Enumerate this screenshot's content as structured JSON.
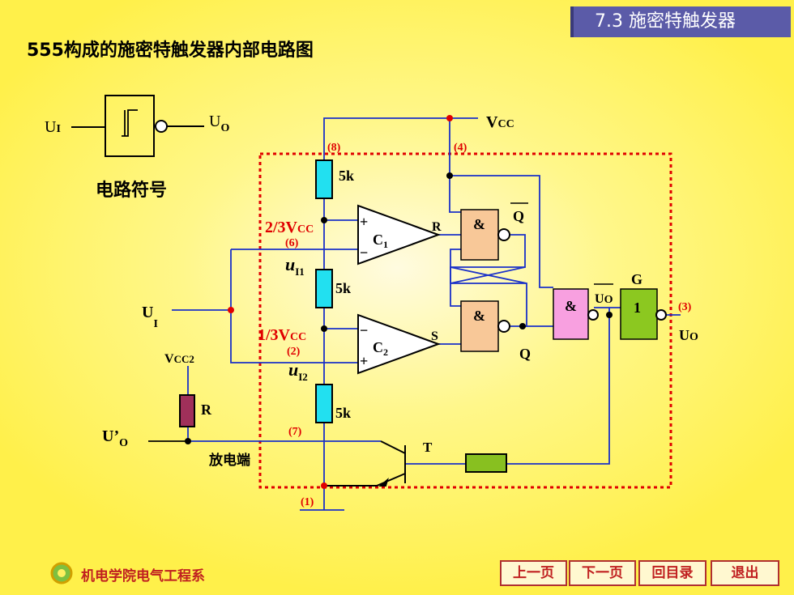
{
  "section_tab": "7.3 施密特触发器",
  "page_title": "555构成的施密特触发器内部电路图",
  "symbol": {
    "input_label": "U",
    "input_sub": "I",
    "output_label": "U",
    "output_sub": "O",
    "caption": "电路符号"
  },
  "circuit": {
    "vcc_label": "V",
    "vcc_sub": "CC",
    "pin8": "(8)",
    "pin4": "(4)",
    "pin6": "(6)",
    "pin2": "(2)",
    "pin7": "(7)",
    "pin1": "(1)",
    "pin3": "(3)",
    "resistor": "5k",
    "two_thirds": "2/3V",
    "one_third": "1/3V",
    "cc_sub": "CC",
    "comp1": "C",
    "comp1_sub": "1",
    "comp2": "C",
    "comp2_sub": "2",
    "plus": "+",
    "minus": "−",
    "r_label": "R",
    "s_label": "S",
    "and_label": "&",
    "q_label": "Q",
    "qbar_label": "Q",
    "uo_label": "U",
    "uo_sub": "O",
    "g_label": "G",
    "inverter_label": "1",
    "ui_label": "U",
    "ui_sub": "I",
    "ui1_label": "u",
    "ui1_sub": "I1",
    "ui2_label": "u",
    "ui2_sub": "I2",
    "vcc2_label": "V",
    "vcc2_sub": "CC2",
    "r_load": "R",
    "uo_prime": "U’",
    "uo_prime_sub": "O",
    "discharge": "放电端",
    "t_label": "T"
  },
  "footer": {
    "school": "机电学院电气工程系"
  },
  "nav": {
    "prev": "上一页",
    "next": "下一页",
    "toc": "回目录",
    "exit": "退出"
  }
}
